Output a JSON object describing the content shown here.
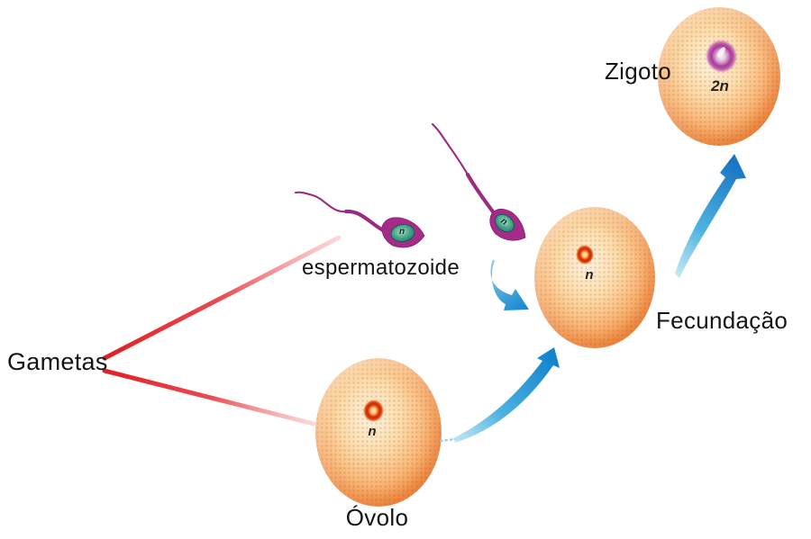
{
  "labels": {
    "gametas": "Gametas",
    "espermatozoide": "espermatozoide",
    "ovolo": "Óvolo",
    "fecundacao": "Fecundação",
    "zigoto": "Zigoto"
  },
  "ploidy": {
    "sperm_free": "n",
    "sperm_fertilizing": "n",
    "ovolo": "n",
    "fertilized_egg": "n",
    "zigoto": "2n"
  },
  "colors": {
    "background": "#ffffff",
    "cell_highlight": "#fdf4e0",
    "cell_body": "#f49a4e",
    "cell_edge": "#e15a16",
    "egg_nucleus_red": "#cc2404",
    "zygote_nucleus_magenta": "#a93a96",
    "sperm_magenta": "#a42c88",
    "sperm_nucleus_teal": "#3f9e85",
    "arrow_blue_dark": "#1484cd",
    "arrow_blue_light": "#b8e2f2",
    "pointer_line_red": "#e31e25",
    "text": "#151515"
  }
}
